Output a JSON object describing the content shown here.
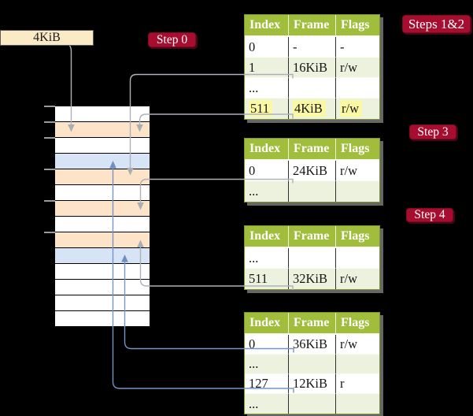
{
  "colors": {
    "background": "#000000",
    "peach": "#FDE3C7",
    "blue_row": "#D7E4F5",
    "cream": "#FAEAC5",
    "header_green": "#A0BE3C",
    "row_green": "#ECF2DD",
    "olive_border": "#7D9630",
    "highlight_yellow": "#FBF8A3",
    "label_red": "#A60D2E",
    "label_red_border": "#7D0A23",
    "arrow_gray": "#AEB2B8",
    "arrow_blue": "#7594C7"
  },
  "legend": {
    "label": "4KiB"
  },
  "steps": {
    "step0": "Step 0",
    "steps12": "Steps 1&2",
    "step3": "Step 3",
    "step4": "Step 4"
  },
  "tables": [
    {
      "headers": [
        "Index",
        "Frame",
        "Flags"
      ],
      "rows": [
        {
          "index": "0",
          "frame": "-",
          "flags": "-"
        },
        {
          "index": "1",
          "frame": "16KiB",
          "flags": "r/w"
        },
        {
          "index": "...",
          "frame": "",
          "flags": ""
        },
        {
          "index": "511",
          "frame": "4KiB",
          "flags": "r/w"
        }
      ]
    },
    {
      "headers": [
        "Index",
        "Frame",
        "Flags"
      ],
      "rows": [
        {
          "index": "0",
          "frame": "24KiB",
          "flags": "r/w"
        },
        {
          "index": "...",
          "frame": "",
          "flags": ""
        }
      ]
    },
    {
      "headers": [
        "Index",
        "Frame",
        "Flags"
      ],
      "rows": [
        {
          "index": "...",
          "frame": "",
          "flags": ""
        },
        {
          "index": "511",
          "frame": "32KiB",
          "flags": "r/w"
        }
      ]
    },
    {
      "headers": [
        "Index",
        "Frame",
        "Flags"
      ],
      "rows": [
        {
          "index": "0",
          "frame": "36KiB",
          "flags": "r/w"
        },
        {
          "index": "...",
          "frame": "",
          "flags": ""
        },
        {
          "index": "127",
          "frame": "12KiB",
          "flags": "r"
        },
        {
          "index": "...",
          "frame": "",
          "flags": ""
        }
      ]
    }
  ],
  "memory": {
    "row_colors": [
      "white",
      "peach",
      "white",
      "blue",
      "peach",
      "white",
      "peach",
      "white",
      "peach",
      "blue",
      "white",
      "white",
      "white",
      "white"
    ]
  }
}
